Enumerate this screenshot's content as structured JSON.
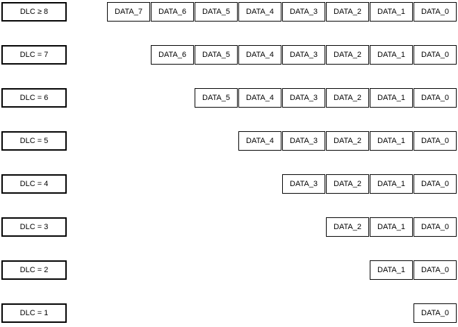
{
  "colors": {
    "background": "#ffffff",
    "border": "#000000",
    "text": "#000000"
  },
  "rows": [
    {
      "dlc": "DLC ≥ 8",
      "cells": [
        "DATA_7",
        "DATA_6",
        "DATA_5",
        "DATA_4",
        "DATA_3",
        "DATA_2",
        "DATA_1",
        "DATA_0"
      ]
    },
    {
      "dlc": "DLC = 7",
      "cells": [
        "DATA_6",
        "DATA_5",
        "DATA_4",
        "DATA_3",
        "DATA_2",
        "DATA_1",
        "DATA_0"
      ]
    },
    {
      "dlc": "DLC = 6",
      "cells": [
        "DATA_5",
        "DATA_4",
        "DATA_3",
        "DATA_2",
        "DATA_1",
        "DATA_0"
      ]
    },
    {
      "dlc": "DLC = 5",
      "cells": [
        "DATA_4",
        "DATA_3",
        "DATA_2",
        "DATA_1",
        "DATA_0"
      ]
    },
    {
      "dlc": "DLC = 4",
      "cells": [
        "DATA_3",
        "DATA_2",
        "DATA_1",
        "DATA_0"
      ]
    },
    {
      "dlc": "DLC = 3",
      "cells": [
        "DATA_2",
        "DATA_1",
        "DATA_0"
      ]
    },
    {
      "dlc": "DLC = 2",
      "cells": [
        "DATA_1",
        "DATA_0"
      ]
    },
    {
      "dlc": "DLC = 1",
      "cells": [
        "DATA_0"
      ]
    }
  ]
}
